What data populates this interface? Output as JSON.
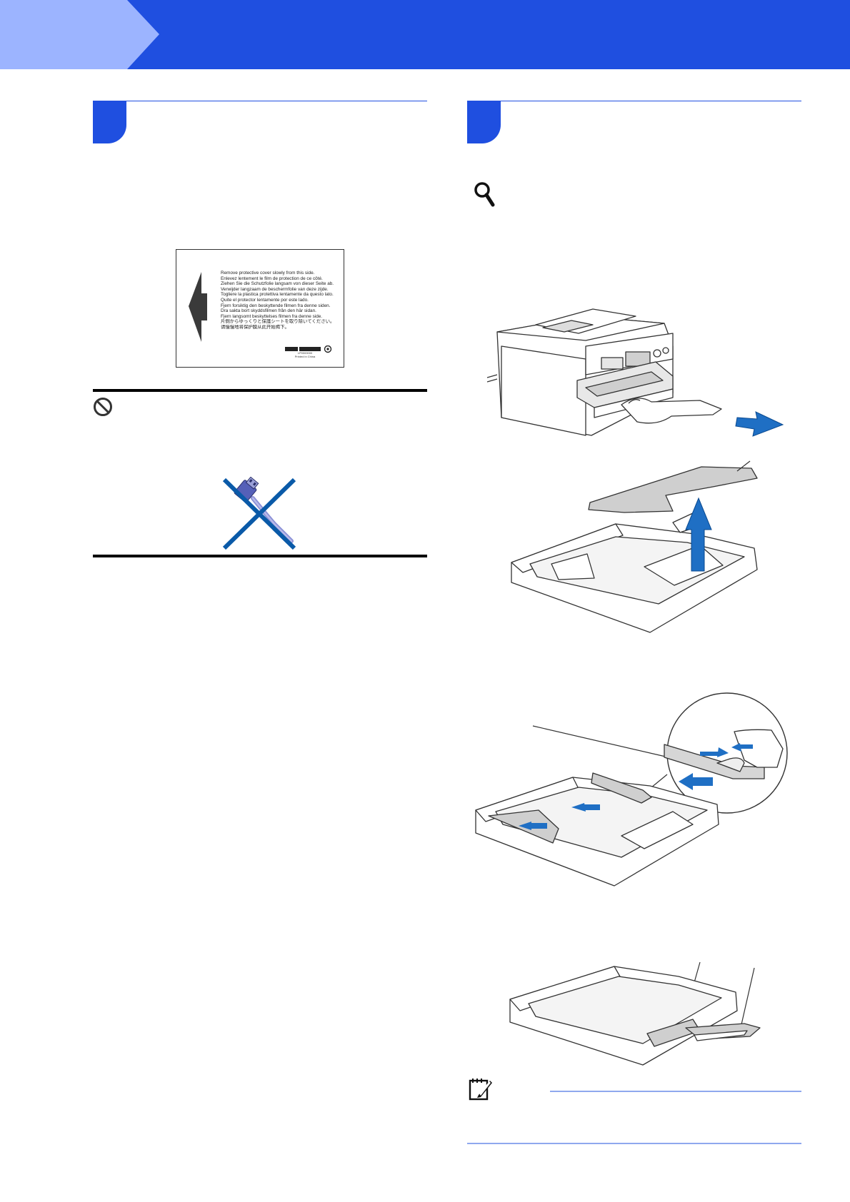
{
  "protective_sheet": {
    "lines": [
      "Remove protective cover slowly from this side.",
      "Enlevez lentement le film de protection de ce côté.",
      "Ziehen Sie die Schutzfolie langsam von dieser Seite ab.",
      "Verwijder langzaam de beschermfolie van deze zijde.",
      "Togliere la plastica protettiva lentamente da questo lato.",
      "Quite el protector lentamente por este lado.",
      "Fjern forsiktig den beskyttende filmen fra denne siden.",
      "Dra sakta bort skyddsfilmen från den här sidan.",
      "Fjern langsomt beskyttelses filmen fra denne side.",
      "片側からゆっくりと保護シートを取り除いてください。",
      "请慢慢地将保护膜从此开始揭下。"
    ],
    "footer_lines": [
      "LP0000000",
      "Printed in China"
    ]
  },
  "icons": {
    "banner": "banner-arrow-tab",
    "step_left": "step-number-badge",
    "step_right": "step-number-badge",
    "prohibit": "prohibited-icon",
    "magnifier": "magnifier-icon",
    "note": "note-pencil-icon",
    "usb_crossed": "usb-cable-crossed-out-icon"
  },
  "colors": {
    "brand_blue": "#1f4fe0",
    "light_blue": "#9cb4ff",
    "arrow_blue": "#0a5aa8",
    "rule_blue": "#8fa8ee"
  }
}
